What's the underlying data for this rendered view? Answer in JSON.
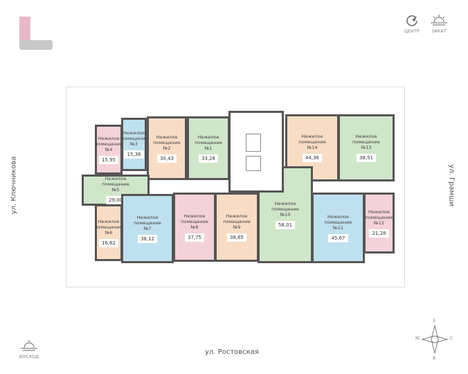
{
  "streets": {
    "left": "ул. Ключникова",
    "right": "ул. Грамши",
    "bottom": "ул. Ростовская"
  },
  "orientation": {
    "center": "ЦЕНТР",
    "sunset": "ЗАКАТ",
    "sunrise": "ВОСХОД",
    "compass": {
      "n": "З",
      "s": "В",
      "w": "Ю",
      "e": "С"
    }
  },
  "room_label": "Нежилое помещение",
  "colors": {
    "green": "#cfe6c9",
    "blue": "#bfe0ee",
    "pink": "#f4d2d9",
    "peach": "#f8dcc4",
    "wall": "#555555"
  },
  "rooms": [
    {
      "no": "№4",
      "area": "15,95",
      "color": "pink"
    },
    {
      "no": "№3",
      "area": "15,36",
      "color": "blue"
    },
    {
      "no": "№2",
      "area": "30,43",
      "color": "peach"
    },
    {
      "no": "№1",
      "area": "33,28",
      "color": "green"
    },
    {
      "no": "№5",
      "area": "29,00",
      "color": "green"
    },
    {
      "no": "№6",
      "area": "16,62",
      "color": "peach"
    },
    {
      "no": "№7",
      "area": "38,12",
      "color": "blue"
    },
    {
      "no": "№8",
      "area": "37,75",
      "color": "pink"
    },
    {
      "no": "№9",
      "area": "38,65",
      "color": "peach"
    },
    {
      "no": "№14",
      "area": "44,36",
      "color": "peach"
    },
    {
      "no": "№13",
      "area": "38,51",
      "color": "green"
    },
    {
      "no": "№10",
      "area": "58,01",
      "color": "green"
    },
    {
      "no": "№11",
      "area": "45,67",
      "color": "blue"
    },
    {
      "no": "№12",
      "area": "21,28",
      "color": "pink"
    }
  ]
}
